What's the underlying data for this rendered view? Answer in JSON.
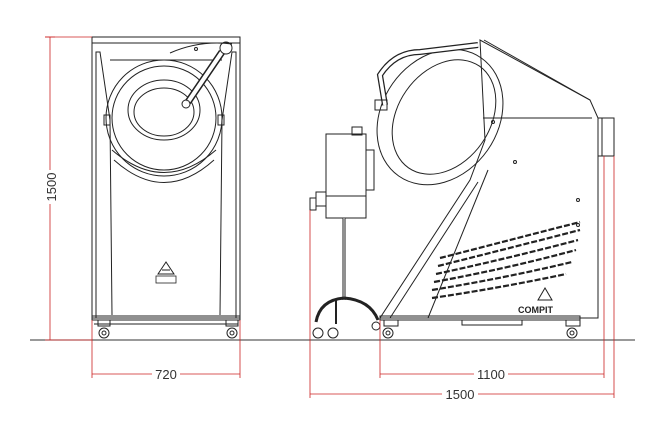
{
  "dimensions": {
    "height_label": "1500",
    "front_width_label": "720",
    "side_width_label": "1100",
    "overall_length_label": "1500"
  },
  "branding": {
    "logo_text": "COMPIT"
  },
  "colors": {
    "dimension_line": "#cc2222",
    "drawing_line": "#222222",
    "background": "#ffffff"
  },
  "icons": {
    "logo": "compit-triangle-logo"
  }
}
